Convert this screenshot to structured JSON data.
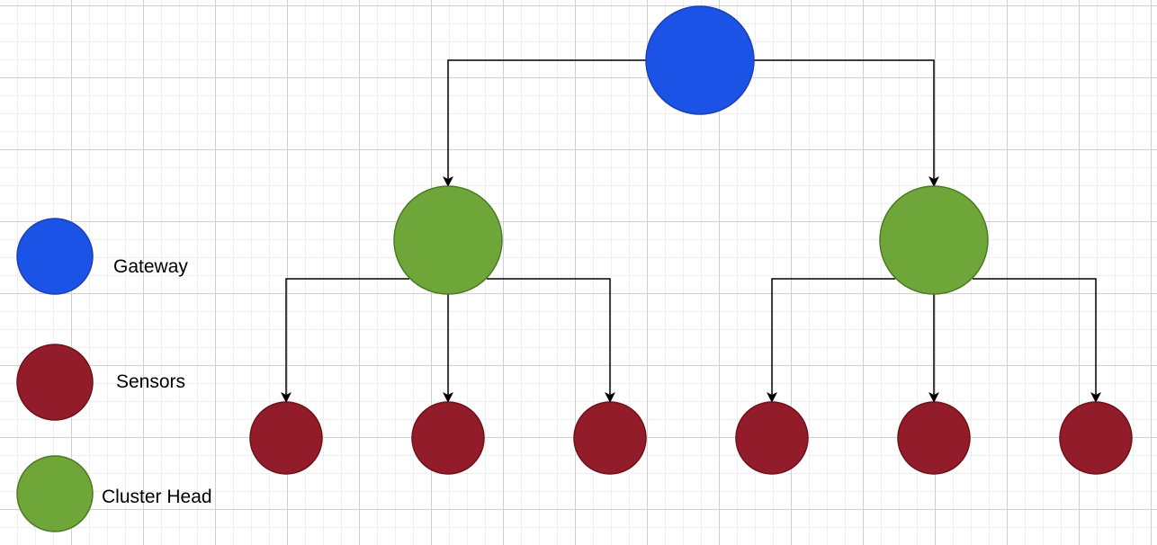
{
  "diagram": {
    "nodes": [
      {
        "id": "gateway",
        "type": "gateway"
      },
      {
        "id": "cluster-head-left",
        "type": "cluster_head"
      },
      {
        "id": "cluster-head-right",
        "type": "cluster_head"
      },
      {
        "id": "sensor-1",
        "type": "sensor"
      },
      {
        "id": "sensor-2",
        "type": "sensor"
      },
      {
        "id": "sensor-3",
        "type": "sensor"
      },
      {
        "id": "sensor-4",
        "type": "sensor"
      },
      {
        "id": "sensor-5",
        "type": "sensor"
      },
      {
        "id": "sensor-6",
        "type": "sensor"
      }
    ],
    "edges": [
      {
        "from": "gateway",
        "to": "cluster-head-left"
      },
      {
        "from": "gateway",
        "to": "cluster-head-right"
      },
      {
        "from": "cluster-head-left",
        "to": "sensor-1"
      },
      {
        "from": "cluster-head-left",
        "to": "sensor-2"
      },
      {
        "from": "cluster-head-left",
        "to": "sensor-3"
      },
      {
        "from": "cluster-head-right",
        "to": "sensor-4"
      },
      {
        "from": "cluster-head-right",
        "to": "sensor-5"
      },
      {
        "from": "cluster-head-right",
        "to": "sensor-6"
      }
    ]
  },
  "legend": {
    "gateway_label": "Gateway",
    "sensors_label": "Sensors",
    "cluster_head_label": "Cluster Head"
  },
  "colors": {
    "gateway_fill": "#1a53e6",
    "gateway_stroke": "#1f3fb2",
    "cluster_head_fill": "#6fa63a",
    "cluster_head_stroke": "#4c7a23",
    "sensor_fill": "#921c29",
    "sensor_stroke": "#6f1119",
    "edge": "#000000"
  }
}
